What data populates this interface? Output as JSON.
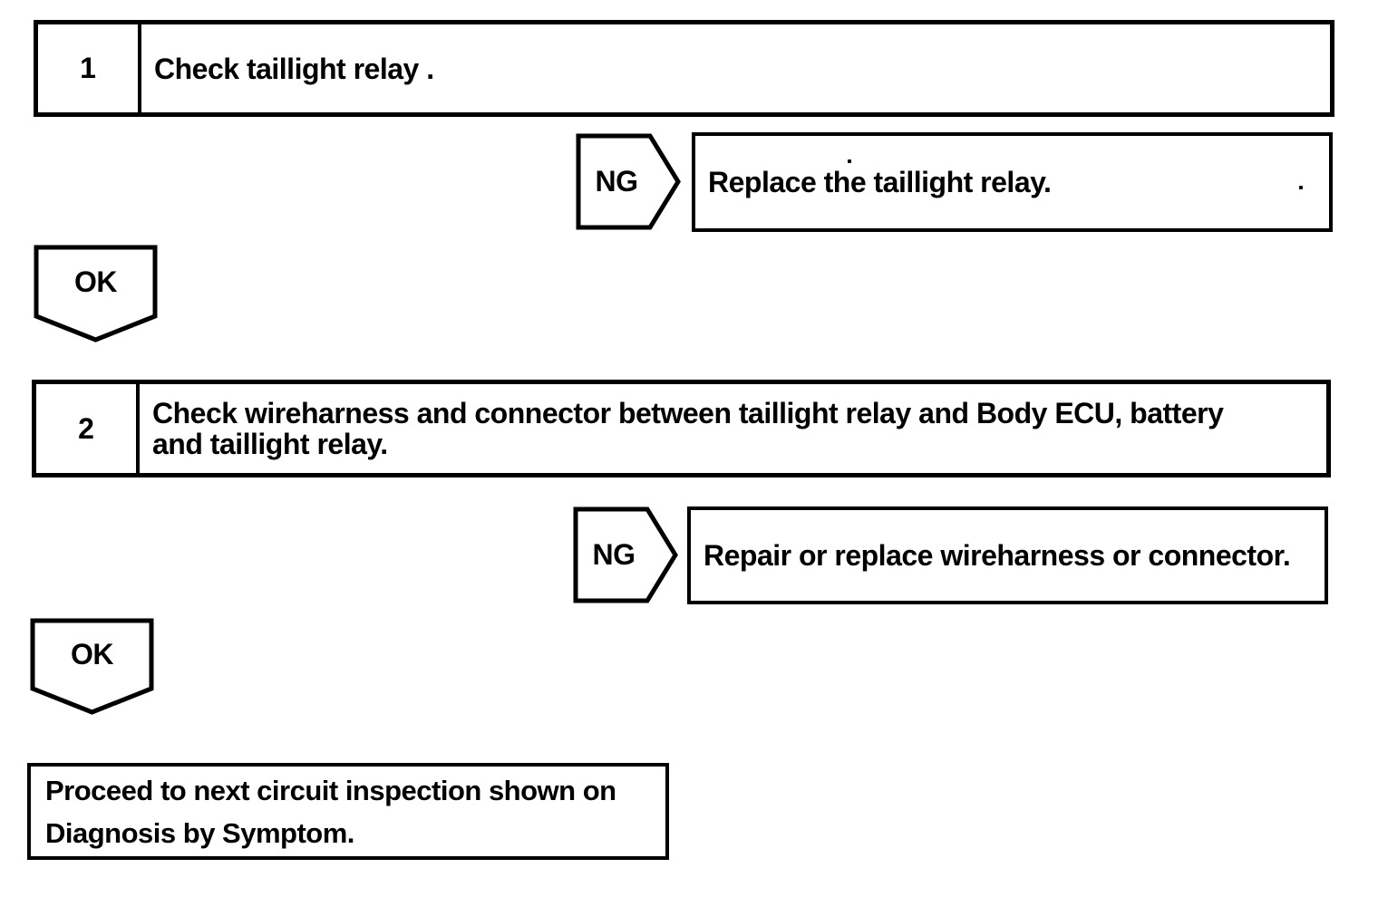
{
  "palette": {
    "ink": "#000000",
    "paper": "#ffffff"
  },
  "flow": {
    "step1": {
      "number": "1",
      "instruction": "Check taillight relay ."
    },
    "ng1": {
      "label": "NG",
      "result": "Replace the taillight relay."
    },
    "ok1": {
      "label": "OK"
    },
    "step2": {
      "number": "2",
      "instruction": "Check wireharness and connector between taillight relay and Body ECU, battery and taillight relay."
    },
    "ng2": {
      "label": "NG",
      "result": "Repair or replace wireharness or connector."
    },
    "ok2": {
      "label": "OK"
    },
    "end": {
      "text": "Proceed to next circuit inspection shown on Diagnosis by Symptom."
    }
  }
}
